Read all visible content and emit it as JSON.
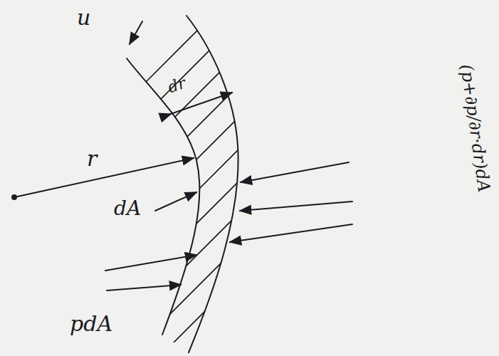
{
  "diagram": {
    "labels": [
      "u",
      "dr",
      "r",
      "dA",
      "(p+∂p/∂r·dr)dA",
      "pdA"
    ]
  }
}
